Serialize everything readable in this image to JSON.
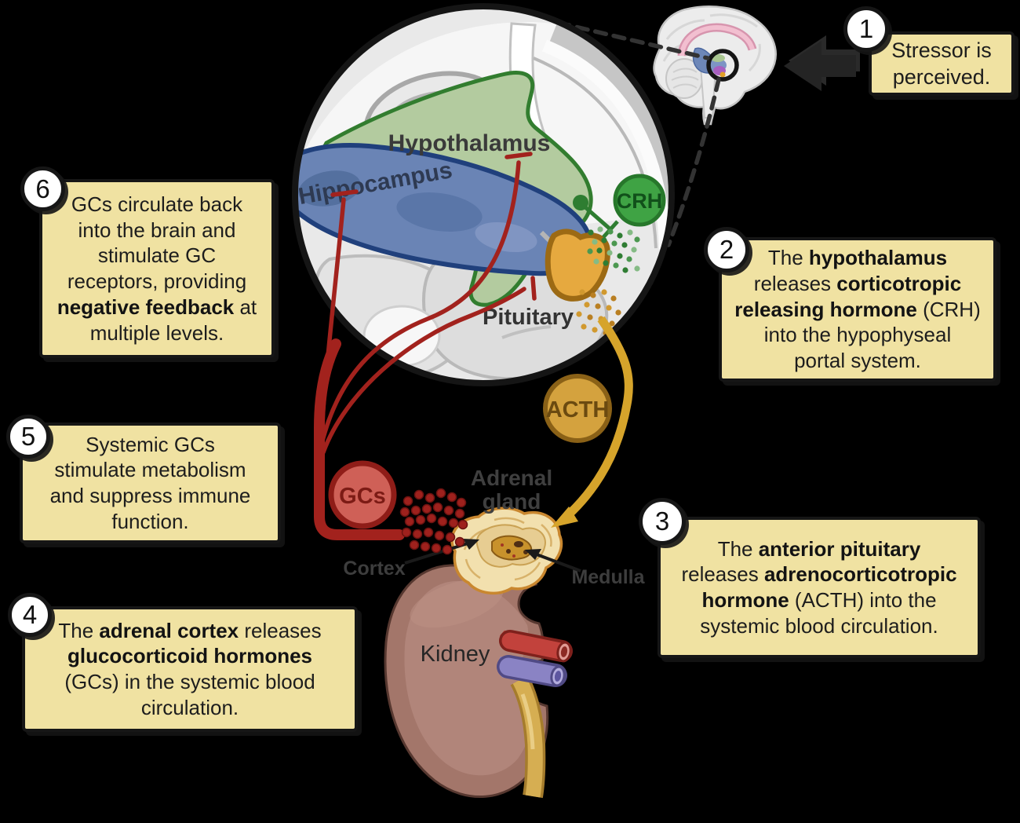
{
  "title": "HPA axis stress response diagram",
  "callouts": [
    {
      "number": "1",
      "lines": [
        [
          {
            "t": "Stressor is"
          }
        ],
        [
          {
            "t": "perceived."
          }
        ]
      ]
    },
    {
      "number": "2",
      "lines": [
        [
          {
            "t": "The "
          },
          {
            "t": "hypothalamus",
            "b": true
          }
        ],
        [
          {
            "t": "releases "
          },
          {
            "t": "corticotropic",
            "b": true
          }
        ],
        [
          {
            "t": "releasing hormone",
            "b": true
          },
          {
            "t": " (CRH)"
          }
        ],
        [
          {
            "t": "into the hypophyseal"
          }
        ],
        [
          {
            "t": "portal system."
          }
        ]
      ]
    },
    {
      "number": "3",
      "lines": [
        [
          {
            "t": "The "
          },
          {
            "t": "anterior pituitary",
            "b": true
          }
        ],
        [
          {
            "t": "releases "
          },
          {
            "t": "adrenocorticotropic",
            "b": true
          }
        ],
        [
          {
            "t": "hormone",
            "b": true
          },
          {
            "t": " (ACTH) into the"
          }
        ],
        [
          {
            "t": "systemic blood circulation."
          }
        ]
      ]
    },
    {
      "number": "4",
      "lines": [
        [
          {
            "t": "The "
          },
          {
            "t": "adrenal cortex",
            "b": true
          },
          {
            "t": " releases"
          }
        ],
        [
          {
            "t": "glucocorticoid hormones",
            "b": true
          }
        ],
        [
          {
            "t": "(GCs) in the systemic blood"
          }
        ],
        [
          {
            "t": "circulation."
          }
        ]
      ]
    },
    {
      "number": "5",
      "lines": [
        [
          {
            "t": "Systemic GCs"
          }
        ],
        [
          {
            "t": "stimulate metabolism"
          }
        ],
        [
          {
            "t": "and suppress immune"
          }
        ],
        [
          {
            "t": "function."
          }
        ]
      ]
    },
    {
      "number": "6",
      "lines": [
        [
          {
            "t": "GCs circulate back"
          }
        ],
        [
          {
            "t": "into the brain and"
          }
        ],
        [
          {
            "t": "stimulate GC"
          }
        ],
        [
          {
            "t": "receptors, providing"
          }
        ],
        [
          {
            "t": "negative feedback",
            "b": true
          },
          {
            "t": " at"
          }
        ],
        [
          {
            "t": "multiple levels."
          }
        ]
      ]
    }
  ],
  "labels": {
    "hypothalamus": "Hypothalamus",
    "hippocampus": "Hippocampus",
    "crh": "CRH",
    "pituitary": "Pituitary",
    "acth": "ACTH",
    "gcs": "GCs",
    "adrenal_line1": "Adrenal",
    "adrenal_line2": "gland",
    "cortex": "Cortex",
    "medulla": "Medulla",
    "kidney": "Kidney"
  },
  "icons": {
    "magnifier": "zoom-magnifier on inset brain",
    "left_arrow": "stressor-attention arrow",
    "inhibition_bars": "negative-feedback T-bars"
  },
  "colors": {
    "background": "#000000",
    "callout_bg": "#f0e2a2",
    "callout_border": "#161616",
    "feedback_red": "#a2221d",
    "acth_gold": "#d6a42b",
    "crh_green": "#3fa344",
    "hypothalamus_green": "#b3cb9f",
    "hippocampus_blue": "#6a84b5",
    "pituitary_gold": "#e6a93f",
    "gcs_red": "#cf6057",
    "adrenal_cream": "#f2e0ae",
    "kidney_brown": "#a3766a"
  }
}
